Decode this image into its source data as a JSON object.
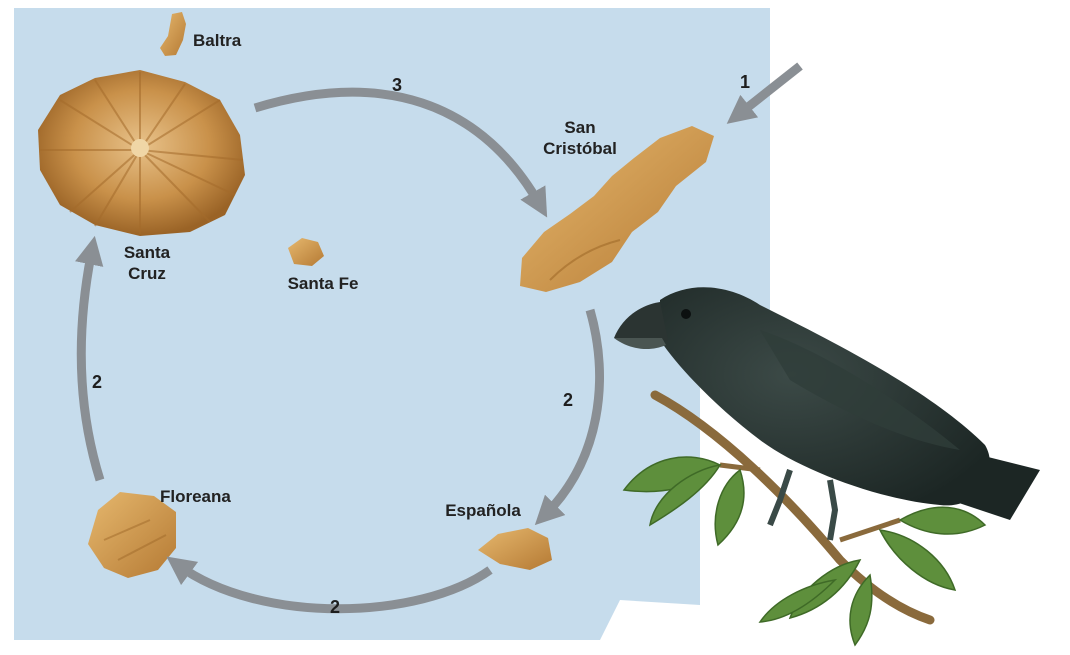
{
  "colors": {
    "water": "#c6dcec",
    "island": "#c9914a",
    "island_dark": "#9a6326",
    "arrow": "#8a8f94",
    "bird_body": "#26322f",
    "leaf": "#5e8f3c",
    "branch": "#8a6a3c"
  },
  "islands": {
    "baltra": "Baltra",
    "santa_cruz_line1": "Santa",
    "santa_cruz_line2": "Cruz",
    "santa_fe": "Santa Fe",
    "san_cristobal_line1": "San",
    "san_cristobal_line2": "Cristóbal",
    "espanola": "Española",
    "floreana": "Floreana"
  },
  "arrow_labels": {
    "entry": "1",
    "santa_cruz_to_san_cristobal": "3",
    "san_cristobal_to_espanola": "2",
    "espanola_to_floreana": "2",
    "floreana_to_santa_cruz": "2"
  },
  "icons": {
    "bird": "finch-illustration",
    "branch": "branch-with-leaves"
  }
}
